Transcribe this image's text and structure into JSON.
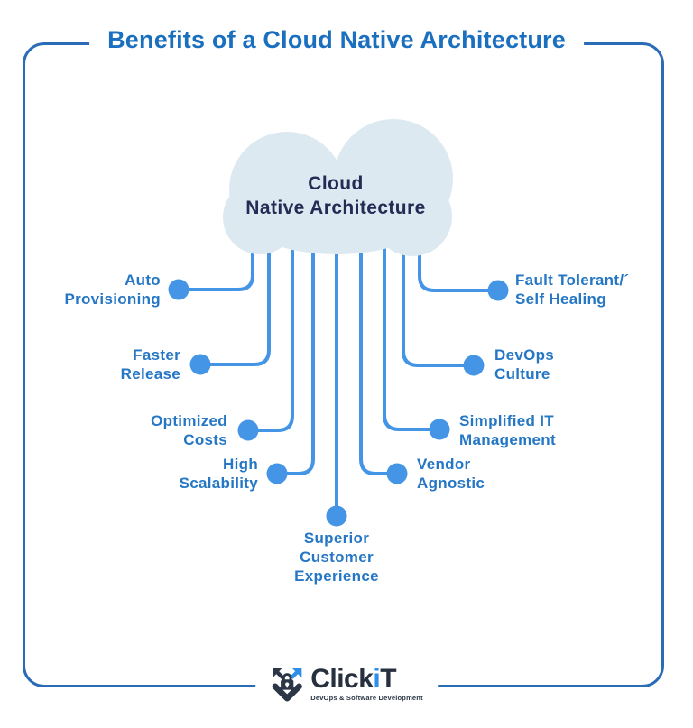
{
  "title": "Benefits of a Cloud Native Architecture",
  "cloud": {
    "line1": "Cloud",
    "line2": "Native Architecture"
  },
  "benefits": [
    {
      "id": "auto-provisioning",
      "side": "left",
      "lines": [
        "Auto",
        "Provisioning"
      ]
    },
    {
      "id": "faster-release",
      "side": "left",
      "lines": [
        "Faster",
        "Release"
      ]
    },
    {
      "id": "optimized-costs",
      "side": "left",
      "lines": [
        "Optimized",
        "Costs"
      ]
    },
    {
      "id": "high-scalability",
      "side": "left",
      "lines": [
        "High",
        "Scalability"
      ]
    },
    {
      "id": "superior-customer-experience",
      "side": "center",
      "lines": [
        "Superior",
        "Customer",
        "Experience"
      ]
    },
    {
      "id": "vendor-agnostic",
      "side": "right",
      "lines": [
        "Vendor",
        "Agnostic"
      ]
    },
    {
      "id": "simplified-it-management",
      "side": "right",
      "lines": [
        "Simplified IT",
        "Management"
      ]
    },
    {
      "id": "devops-culture",
      "side": "right",
      "lines": [
        "DevOps",
        "Culture"
      ]
    },
    {
      "id": "fault-tolerant-self-healing",
      "side": "right",
      "lines": [
        "Fault Tolerant/´",
        "Self Healing"
      ]
    }
  ],
  "logo": {
    "icon": "shield-lock-arrows-icon",
    "brand_prefix": "Click",
    "brand_i": "i",
    "brand_suffix": "T",
    "tagline": "DevOps & Software Development"
  },
  "colors": {
    "frame_border": "#2a6cb5",
    "title_text": "#1b6fbf",
    "connector_blue": "#4495e6",
    "label_blue": "#2577c5",
    "cloud_fill": "#dde9f1",
    "cloud_text": "#232c54",
    "logo_dark": "#26303f",
    "logo_blue": "#2e8fe8"
  }
}
